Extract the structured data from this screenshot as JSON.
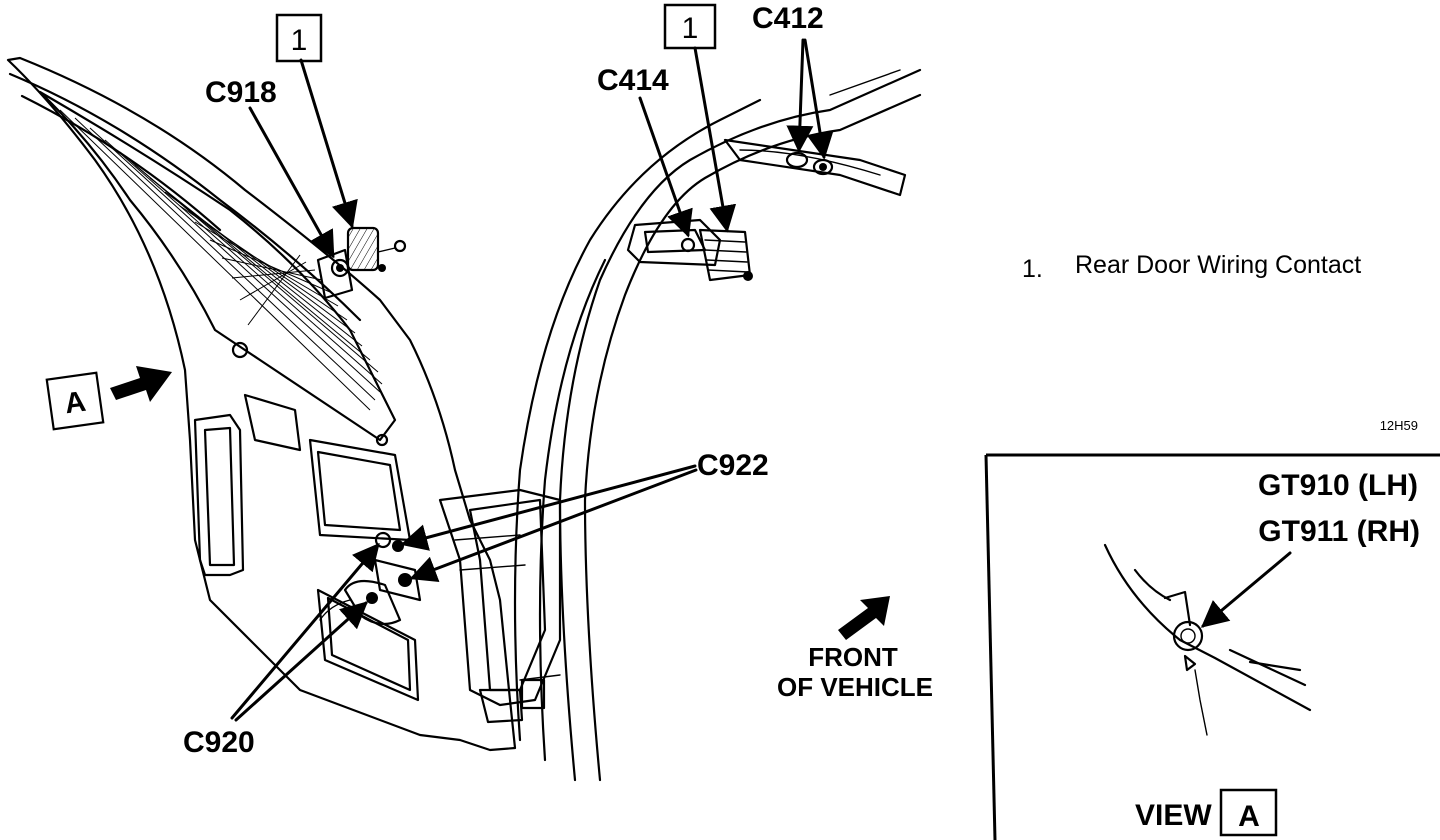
{
  "callout_box_label": "1",
  "connectors": {
    "c918": "C918",
    "c414": "C414",
    "c412": "C412",
    "c922": "C922",
    "c920": "C920"
  },
  "view_marker": "A",
  "front_of_vehicle": [
    "FRONT",
    "OF VEHICLE"
  ],
  "legend": {
    "number": "1.",
    "text": "Rear Door Wiring Contact"
  },
  "figure_code": "12H59",
  "inset": {
    "ground_lh": "GT910 (LH)",
    "ground_rh": "GT911 (RH)",
    "view_label": "VIEW",
    "view_letter": "A"
  }
}
